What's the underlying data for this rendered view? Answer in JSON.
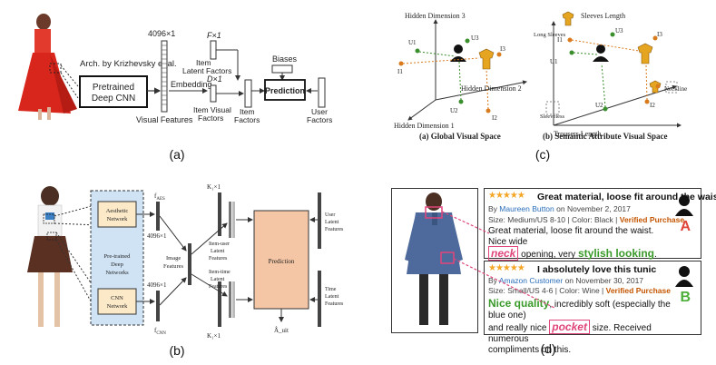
{
  "panel_a": {
    "caption": "(a)",
    "arch_label": "Arch. by Krizhevsky et al.",
    "cnn_box": "Pretrained Deep CNN",
    "dim_4096": "4096×1",
    "visual_features": "Visual Features",
    "embedding": "Embedding",
    "f_dim": "F×1",
    "item_latent_factors": "Item Latent Factors",
    "d_dim": "D×1",
    "item_visual_factors": "Item Visual Factors",
    "item_factors": "Item Factors",
    "biases": "Biases",
    "prediction": "Prediction",
    "user_factors": "User Factors"
  },
  "panel_b": {
    "caption": "(b)",
    "aesthetic_network": "Aesthetic Network",
    "pretrained_deep_networks": "Pre-trained Deep Networks",
    "cnn_network": "CNN Network",
    "f_aes": "f_AES",
    "f_cnn": "f_CNN",
    "dim_4096_top": "4096×1",
    "dim_4096_bottom": "4096×1",
    "k1_top": "K₁×1",
    "k1_bottom": "K₁×1",
    "image_features": "Image Features",
    "item_user_latent": "Item-user Latent Features",
    "item_time_latent": "Item-time Latent Features",
    "prediction": "Prediction",
    "user_latent": "User Latent Features",
    "time_latent": "Time Latent Features",
    "output_label": "Â_uit"
  },
  "panel_c": {
    "caption": "(c)",
    "left_title": "(a) Global Visual Space",
    "right_title": "(b) Semantic Attribute Visual Space",
    "hidden_dim_3": "Hidden Dimension 3",
    "hidden_dim_2": "Hidden Dimension 2",
    "hidden_dim_1": "Hidden Dimension 1",
    "sleeves_length": "Sleeves Length",
    "long_sleeves": "Long Sleeves",
    "sleeveless": "Sleeveless",
    "trousers_length": "Trousers Length",
    "neckline": "Neckline",
    "left_points": [
      "U1",
      "U3",
      "I3",
      "I1",
      "U2",
      "I2"
    ],
    "right_points": [
      "U3",
      "I3",
      "U1",
      "I1",
      "U2",
      "I2",
      "I1"
    ]
  },
  "panel_d": {
    "caption": "(d)",
    "review_a": {
      "stars": "★★★★★",
      "title": "Great material, loose fit around the waist",
      "by": "By ",
      "author": "Maureen Button",
      "date": " on November 2, 2017",
      "size": "Size: Medium/US 8-10",
      "color": "Color: Black",
      "verified": "Verified Purchase",
      "text_1": "Great material, loose fit around the waist. Nice wide",
      "keyword": "neck",
      "text_2": " opening, very ",
      "highlight": "stylish looking",
      "text_3": ".",
      "user_tag": "A"
    },
    "review_b": {
      "stars": "★★★★★",
      "title": "I absolutely love this tunic",
      "by": "By ",
      "author": "Amazon Customer",
      "date": " on November 30, 2017",
      "size": "Size: Small/US 4-6",
      "color": "Color: Wine",
      "verified": "Verified Purchase",
      "highlight": "Nice quality",
      "text_1": ", incredibly soft (especially the blue one)",
      "text_2": "and really nice ",
      "keyword": "pocket",
      "text_3": " size. Received numerous",
      "text_4": "compliments on this.",
      "user_tag": "B"
    },
    "colors": {
      "tag_a": "#e0453a",
      "tag_b": "#4caf3a",
      "link": "#e0457b"
    }
  }
}
